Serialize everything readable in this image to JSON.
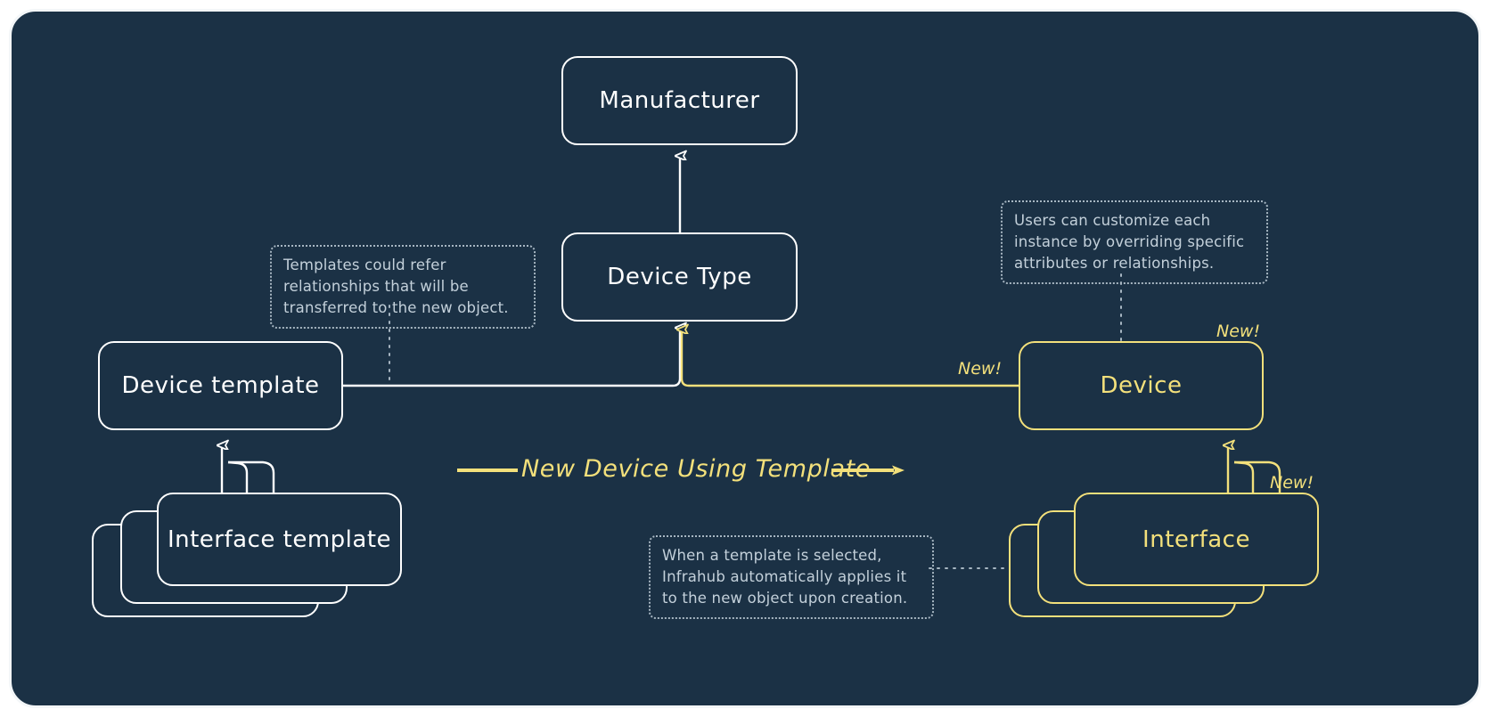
{
  "diagram": {
    "title_label": "New Device Using Template",
    "colors": {
      "background": "#1b3145",
      "frame_border": "#f3f6f8",
      "template_side": "#ffffff",
      "new_side": "#f3e07b",
      "note_text": "#c3d0da"
    },
    "nodes": {
      "manufacturer": "Manufacturer",
      "device_type": "Device Type",
      "device_template": "Device template",
      "interface_template": "Interface template",
      "device": "Device",
      "interface": "Interface"
    },
    "badges": {
      "device_link": "New!",
      "device_box": "New!",
      "interface_box": "New!"
    },
    "notes": {
      "templates_refer": "Templates could refer\nrelationships that will be\ntransferred to the new object.",
      "users_customize": "Users can customize each\ninstance by overriding specific\nattributes or relationships.",
      "template_applied": "When a template is selected,\nInfrahub automatically applies it\nto the new object upon creation."
    }
  }
}
